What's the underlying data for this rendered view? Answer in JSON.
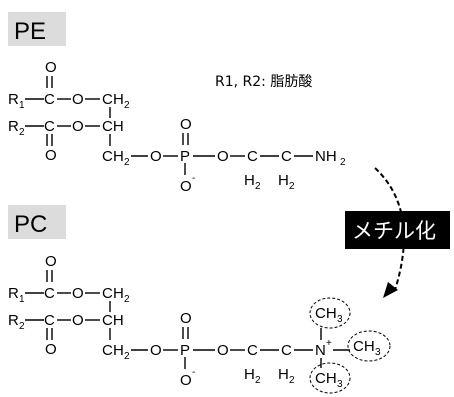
{
  "labels": {
    "pe": "PE",
    "pc": "PC",
    "note": "R1, R2: 脂肪酸",
    "reaction": "メチル化"
  },
  "atoms": {
    "O": "O",
    "C": "C",
    "R": "R",
    "H2_sub": "2",
    "CH": "CH",
    "P": "P",
    "NH": "NH",
    "N": "N",
    "charge_minus": "-",
    "charge_plus": "+",
    "CH3": "CH",
    "three": "3",
    "one": "1",
    "two": "2"
  },
  "colors": {
    "label_box": "#dcdcdc",
    "banner": "#000000",
    "banner_text": "#ffffff",
    "ink": "#000000"
  }
}
